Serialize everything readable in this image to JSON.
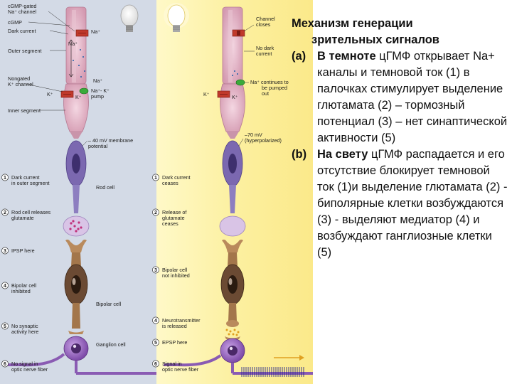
{
  "dark_panel": {
    "labels": {
      "cgmp_gated": [
        "cGMP-gated",
        "Na⁺ channel"
      ],
      "cgmp": "cGMP",
      "dark_current": "Dark current",
      "outer_segment": "Outer segment",
      "nongated": [
        "Nongated",
        "K⁺ channel"
      ],
      "inner_segment": "Inner segment",
      "membrane_potential": [
        "– 40 mV membrane",
        "potential"
      ],
      "rod_cell": "Rod cell",
      "bipolar_cell": "Bipolar cell",
      "ganglion_cell": "Ganglion cell",
      "pump": [
        "Na⁺- K⁺",
        "pump"
      ],
      "na": "Na⁺",
      "k": "K⁺"
    },
    "steps": [
      {
        "num": "1",
        "lines": [
          "Dark current",
          "in outer segment"
        ]
      },
      {
        "num": "2",
        "lines": [
          "Rod cell releases",
          "glutamate"
        ]
      },
      {
        "num": "3",
        "lines": [
          "IPSP here"
        ]
      },
      {
        "num": "4",
        "lines": [
          "Bipolar cell",
          "inhibited"
        ]
      },
      {
        "num": "5",
        "lines": [
          "No synaptic",
          "activity here"
        ]
      },
      {
        "num": "6",
        "lines": [
          "No signal in",
          "optic nerve fiber"
        ]
      }
    ]
  },
  "light_panel": {
    "labels": {
      "channel_closes": [
        "Channel",
        "closes"
      ],
      "no_dark_current": [
        "No dark",
        "current"
      ],
      "continues": [
        "Na⁺ continues to",
        "be pumped",
        "out"
      ],
      "hyperpolarized": [
        "–70 mV",
        "(hyperpolarized)"
      ],
      "k": "K⁺"
    },
    "steps": [
      {
        "num": "1",
        "lines": [
          "Dark current",
          "ceases"
        ]
      },
      {
        "num": "2",
        "lines": [
          "Release of",
          "glutamate",
          "ceases"
        ]
      },
      {
        "num": "3",
        "lines": [
          "Bipolar cell",
          "not inhibited"
        ]
      },
      {
        "num": "4",
        "lines": [
          "Neurotransmitter",
          "is released"
        ]
      },
      {
        "num": "5",
        "lines": [
          "EPSP here"
        ]
      },
      {
        "num": "6",
        "lines": [
          "Signal in",
          "optic nerve fiber"
        ]
      }
    ]
  },
  "text": {
    "title_l1": "Механизм генерации",
    "title_l2": "зрительных сигналов",
    "a_mark": "(a)",
    "a_lead": "В темноте",
    "a_rest": " цГМФ открывает Na+ каналы и темновой ток (1) в палочках  стимулирует выделение глютамата (2) – тормозный потенциал (3) – нет синаптической активности (5)",
    "b_mark": "(b)",
    "b_lead": "На свету",
    "b_rest": " цГМФ распадается и его отсутствие блокирует темновой ток (1)и выделение глютамата (2) - биполярные клетки возбуждаются (3) - выделяют медиатор (4) и возбуждают ганглиозные клетки (5)"
  },
  "colors": {
    "dark_bg": "#d3dae6",
    "light_bg": "#fcf3a6",
    "rod": "#e2b3c4",
    "rod_inner": "#6a56a0",
    "bipolar": "#5c3d2a",
    "ganglion": "#9d6ec4",
    "channel": "#c0392b"
  }
}
